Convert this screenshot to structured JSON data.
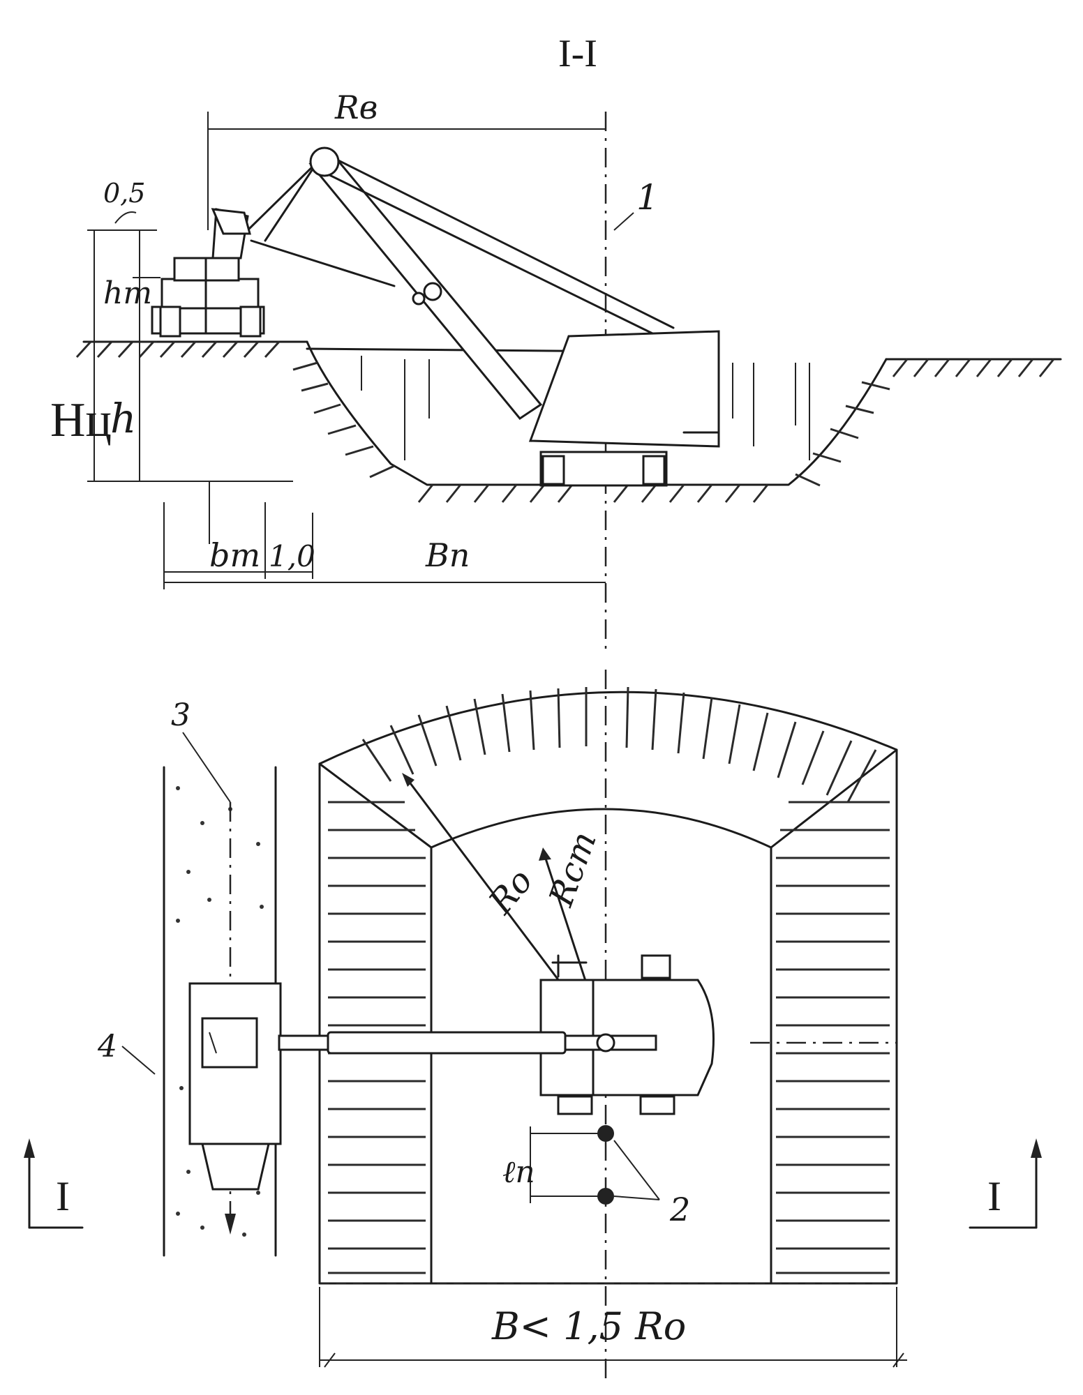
{
  "section_title": "I-I",
  "section": {
    "dim_boom_reach": "Rв",
    "dim_clearance_top": "0,5",
    "dim_truck_height": "hт",
    "dim_total_depth": "Hц",
    "dim_cut_depth": "h",
    "dim_truck_width": "bт",
    "dim_gap": "1,0",
    "dim_cut_offset": "Bп",
    "callout_1": "1"
  },
  "plan": {
    "callout_3": "3",
    "callout_4": "4",
    "callout_2": "2",
    "radius_max": "Ro",
    "radius_parking": "Rст",
    "step_length": "ℓп",
    "width_condition": "B< 1,5 Ro",
    "section_mark_left": "I",
    "section_mark_right": "I"
  }
}
